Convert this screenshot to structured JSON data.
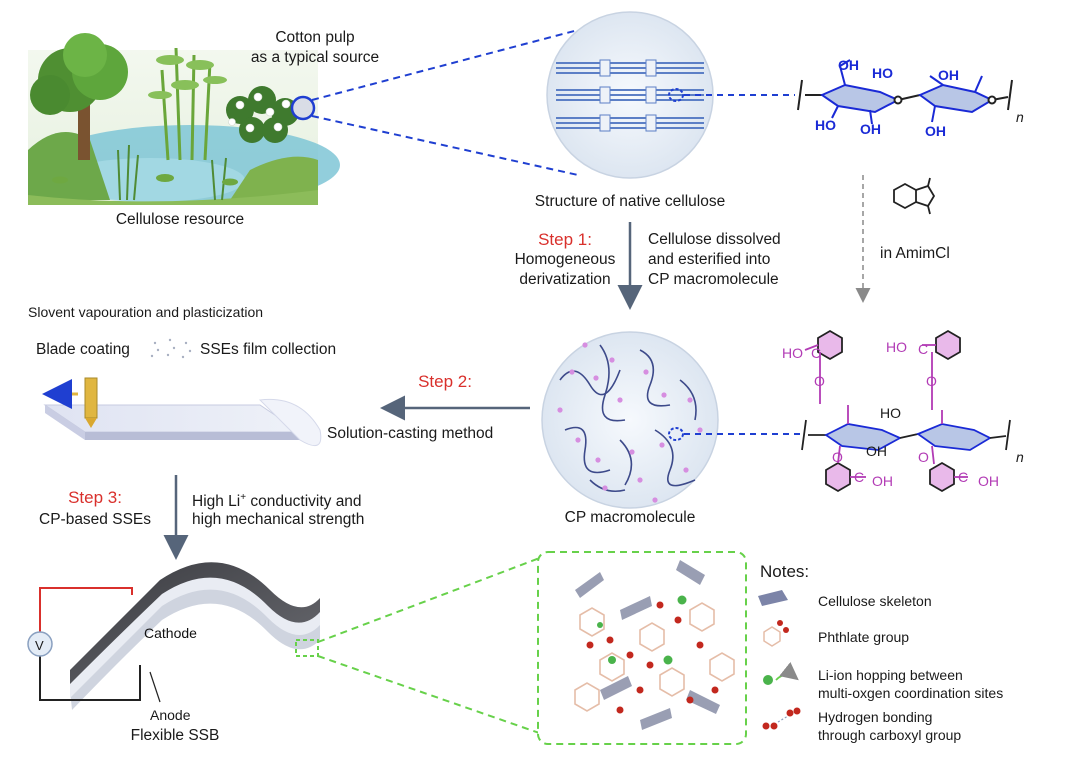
{
  "colors": {
    "step_red": "#d9302c",
    "dashed_blue": "#1f3fd1",
    "green_dash": "#67d14a",
    "arrow_grey": "#56657a",
    "cp_magenta": "#b23bb5",
    "cellulose_blue": "#1a2ad6"
  },
  "source": {
    "cotton_pulp_line1": "Cotton pulp",
    "cotton_pulp_line2": "as a typical source",
    "resource_label": "Cellulose resource"
  },
  "native": {
    "label": "Structure of native cellulose"
  },
  "cellulose_structure": {
    "oh_labels": [
      "OH",
      "HO",
      "OH",
      "HO",
      "OH",
      "OH"
    ],
    "n": "n"
  },
  "step1": {
    "title": "Step 1:",
    "left_line1": "Homogeneous",
    "left_line2": "derivatization",
    "right_line1": "Cellulose dissolved",
    "right_line2": "and esterified into",
    "right_line3": "CP macromolecule",
    "reagent": "in AmimCl"
  },
  "step2": {
    "title": "Step 2:",
    "method": "Solution-casting method",
    "process_title": "Slovent vapouration and plasticization",
    "blade": "Blade coating",
    "collection": "SSEs film collection"
  },
  "cp": {
    "label": "CP macromolecule",
    "structure_labels": [
      "HO",
      "C",
      "O",
      "HO",
      "C",
      "O",
      "HO",
      "OH",
      "O",
      "C",
      "OH",
      "O",
      "C",
      "OH",
      "n"
    ]
  },
  "step3": {
    "title": "Step 3:",
    "sub": "CP-based SSEs",
    "desc_line1_pre": "High Li",
    "desc_line1_sup": "+",
    "desc_line1_post": " conductivity and",
    "desc_line2": "high mechanical strength"
  },
  "battery": {
    "cathode": "Cathode",
    "anode": "Anode",
    "title": "Flexible SSB",
    "voltmeter": "V"
  },
  "notes": {
    "title": "Notes:",
    "items": [
      {
        "label": "Cellulose skeleton",
        "icon": "cellulose-skeleton-icon"
      },
      {
        "label": "Phthlate group",
        "icon": "phthalate-group-icon"
      },
      {
        "label_line1": "Li-ion hopping between",
        "label_line2": "multi-oxgen coordination sites",
        "icon": "li-ion-hopping-icon"
      },
      {
        "label_line1": "Hydrogen bonding",
        "label_line2": "through carboxyl group",
        "icon": "hydrogen-bond-icon"
      }
    ]
  }
}
